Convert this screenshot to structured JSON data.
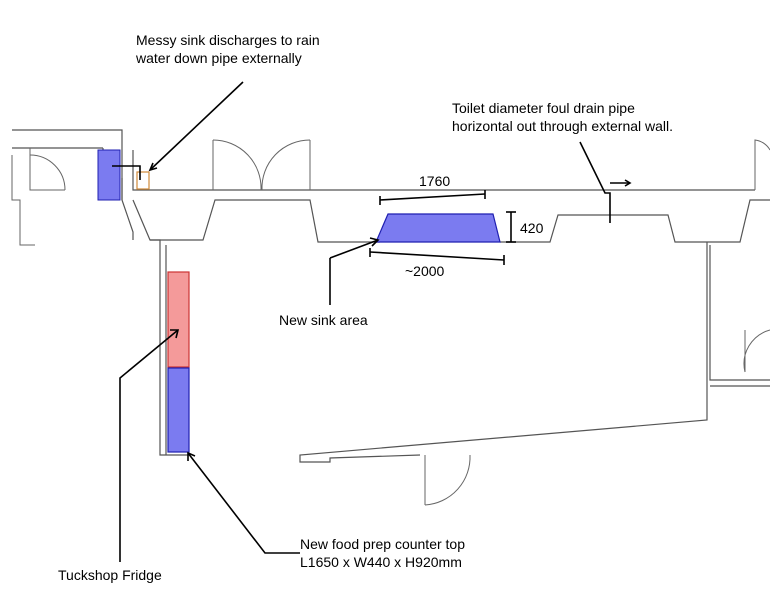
{
  "annotations": {
    "messy_sink_line1": "Messy sink discharges to rain",
    "messy_sink_line2": "water down pipe externally",
    "toilet_line1": "Toilet diameter foul drain pipe",
    "toilet_line2": "horizontal out through external wall.",
    "new_sink_area": "New sink area",
    "food_prep_line1": "New food prep counter top",
    "food_prep_line2": "L1650 x W440 x H920mm",
    "tuckshop_fridge": "Tuckshop Fridge"
  },
  "dimensions": {
    "top_length": "1760",
    "depth": "420",
    "bottom_length": "~2000"
  },
  "colors": {
    "blue_fill": "#7b7bf0",
    "blue_stroke": "#1f1fb0",
    "red_fill": "#f49a9a",
    "red_stroke": "#cc3333",
    "sink_outline": "#d08a3a"
  }
}
